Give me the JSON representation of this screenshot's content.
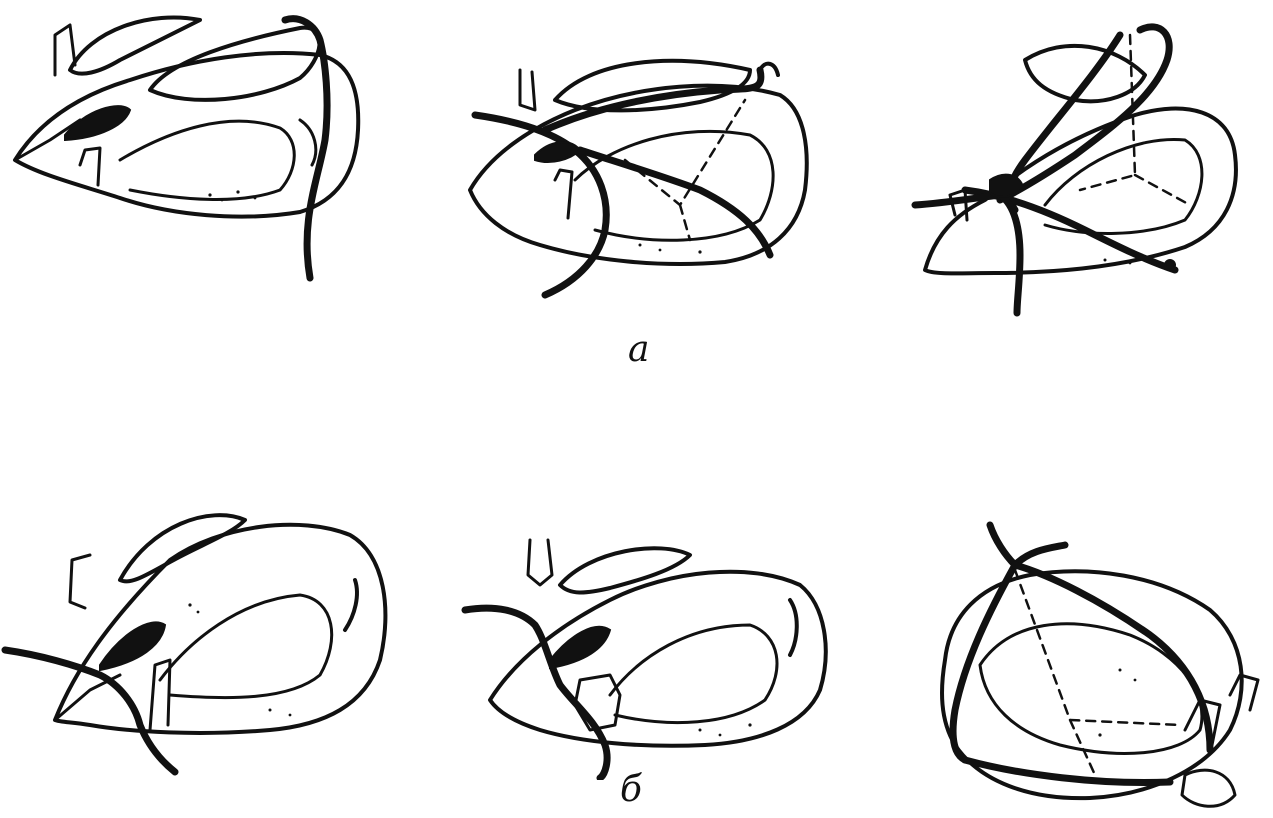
{
  "figure": {
    "background": "#ffffff",
    "ink": "#111111",
    "rows": [
      {
        "caption": "а",
        "panels": [
          {
            "name": "trussed-bird-a1"
          },
          {
            "name": "trussed-bird-a2"
          },
          {
            "name": "trussed-bird-a3"
          }
        ]
      },
      {
        "caption": "б",
        "panels": [
          {
            "name": "trussed-bird-b1"
          },
          {
            "name": "trussed-bird-b2"
          },
          {
            "name": "trussed-bird-b3"
          }
        ]
      }
    ]
  }
}
